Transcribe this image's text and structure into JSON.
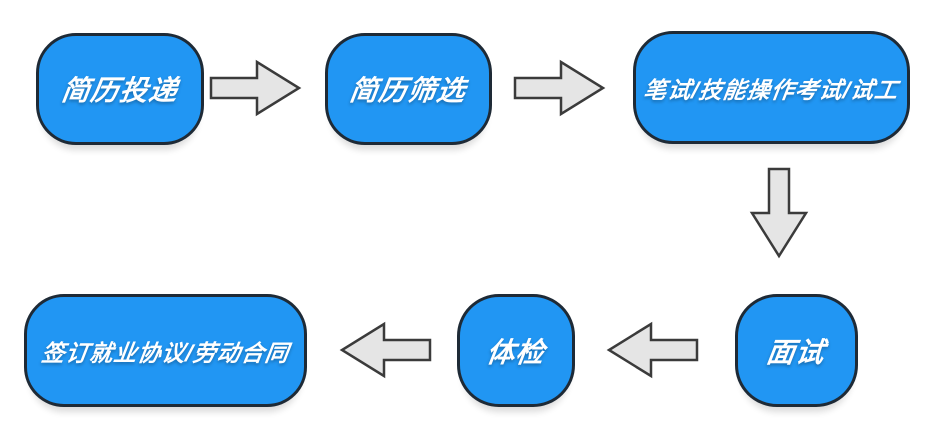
{
  "diagram": {
    "type": "flowchart",
    "nodes": [
      {
        "id": "resume-submission",
        "label": "简历投递"
      },
      {
        "id": "resume-screening",
        "label": "简历筛选"
      },
      {
        "id": "written-test",
        "label": "笔试/技能操作考试/试工"
      },
      {
        "id": "interview",
        "label": "面试"
      },
      {
        "id": "physical-exam",
        "label": "体检"
      },
      {
        "id": "sign-contract",
        "label": "签订就业协议/劳动合同"
      }
    ],
    "edges": [
      {
        "from": "简历投递",
        "to": "简历筛选",
        "direction": "right"
      },
      {
        "from": "简历筛选",
        "to": "笔试/技能操作考试/试工",
        "direction": "right"
      },
      {
        "from": "笔试/技能操作考试/试工",
        "to": "面试",
        "direction": "down"
      },
      {
        "from": "面试",
        "to": "体检",
        "direction": "left"
      },
      {
        "from": "体检",
        "to": "签订就业协议/劳动合同",
        "direction": "left"
      }
    ]
  },
  "colors": {
    "background": "#ffffff",
    "node_fill": "#2196f3",
    "node_border": "#1e2a36",
    "node_text": "#ffffff",
    "arrow_fill": "#e5e5e5",
    "arrow_border": "#3b3b3b"
  }
}
